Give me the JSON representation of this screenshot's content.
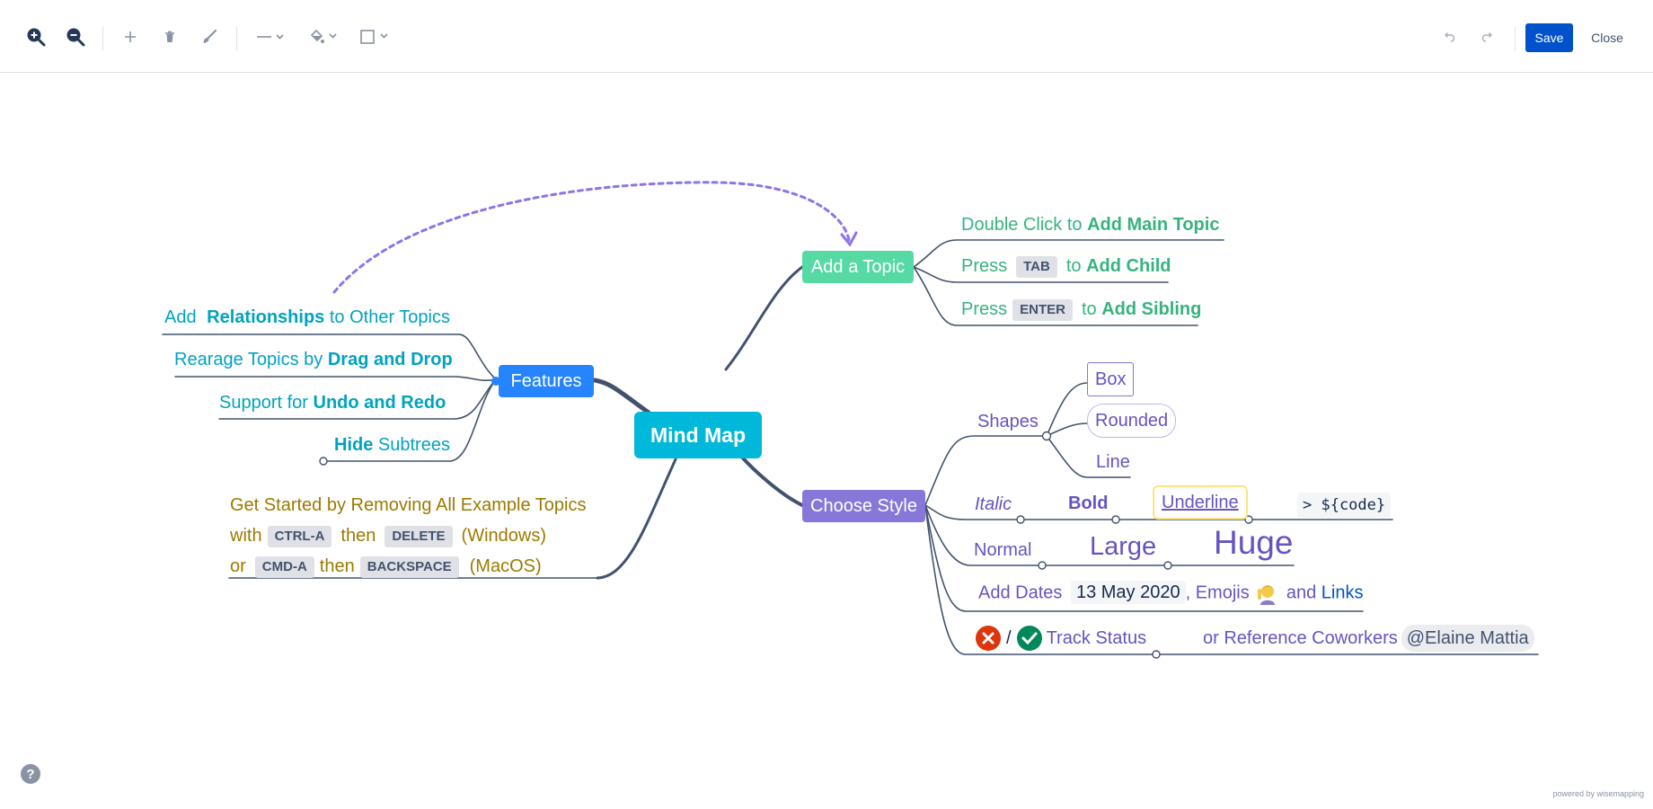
{
  "toolbar": {
    "icons": [
      "zoom-in-icon",
      "zoom-out-icon",
      "plus-icon",
      "trash-icon",
      "brush-icon",
      "line-style-icon",
      "fill-color-icon",
      "shape-icon",
      "undo-icon",
      "redo-icon"
    ],
    "save_label": "Save",
    "close_label": "Close"
  },
  "colors": {
    "accent": "#0052cc",
    "teal": "#00a3bf",
    "green": "#36b37e",
    "purple": "#6554c0",
    "gold": "#9b7a00",
    "edge": "#42526e"
  },
  "map": {
    "root": "Mind Map",
    "features": {
      "label": "Features",
      "rel_1": "Add ",
      "rel_2": "Relationships",
      "rel_3": " to Other Topics",
      "drag_1": "Rearage Topics by ",
      "drag_2": "Drag and Drop",
      "undo_1": "Support for ",
      "undo_2": "Undo and Redo",
      "hide_1": "Hide",
      "hide_2": " Subtrees"
    },
    "getting_started": {
      "line1": "Get Started by Removing All Example Topics",
      "line2_a": "with",
      "line2_k1": "CTRL-A",
      "line2_b": "then",
      "line2_k2": "DELETE",
      "line2_c": "(Windows)",
      "line3_a": "or",
      "line3_k1": "CMD-A",
      "line3_b": "then",
      "line3_k2": "BACKSPACE",
      "line3_c": "(MacOS)"
    },
    "add_topic": {
      "label": "Add a Topic",
      "main_1": "Double Click to ",
      "main_2": "Add Main Topic",
      "child_1": "Press",
      "child_key": "TAB",
      "child_2": "to ",
      "child_3": "Add Child",
      "sib_1": "Press",
      "sib_key": "ENTER",
      "sib_2": "to ",
      "sib_3": "Add Sibling"
    },
    "style": {
      "label": "Choose Style",
      "shapes": "Shapes",
      "box": "Box",
      "rounded": "Rounded",
      "line": "Line",
      "italic": "Italic",
      "bold": "Bold",
      "underline": "Underline",
      "code": "> ${code}",
      "normal": "Normal",
      "large": "Large",
      "huge": "Huge",
      "dates_1": "Add Dates",
      "date": "13 May 2020",
      "dates_2": ", Emojis",
      "dates_3": "and",
      "links": "Links",
      "slash": "/",
      "track": "Track Status",
      "reference": "or Reference Coworkers",
      "mention": "@Elaine Mattia"
    }
  },
  "help_label": "?",
  "powered_by": "powered by wisemapping"
}
